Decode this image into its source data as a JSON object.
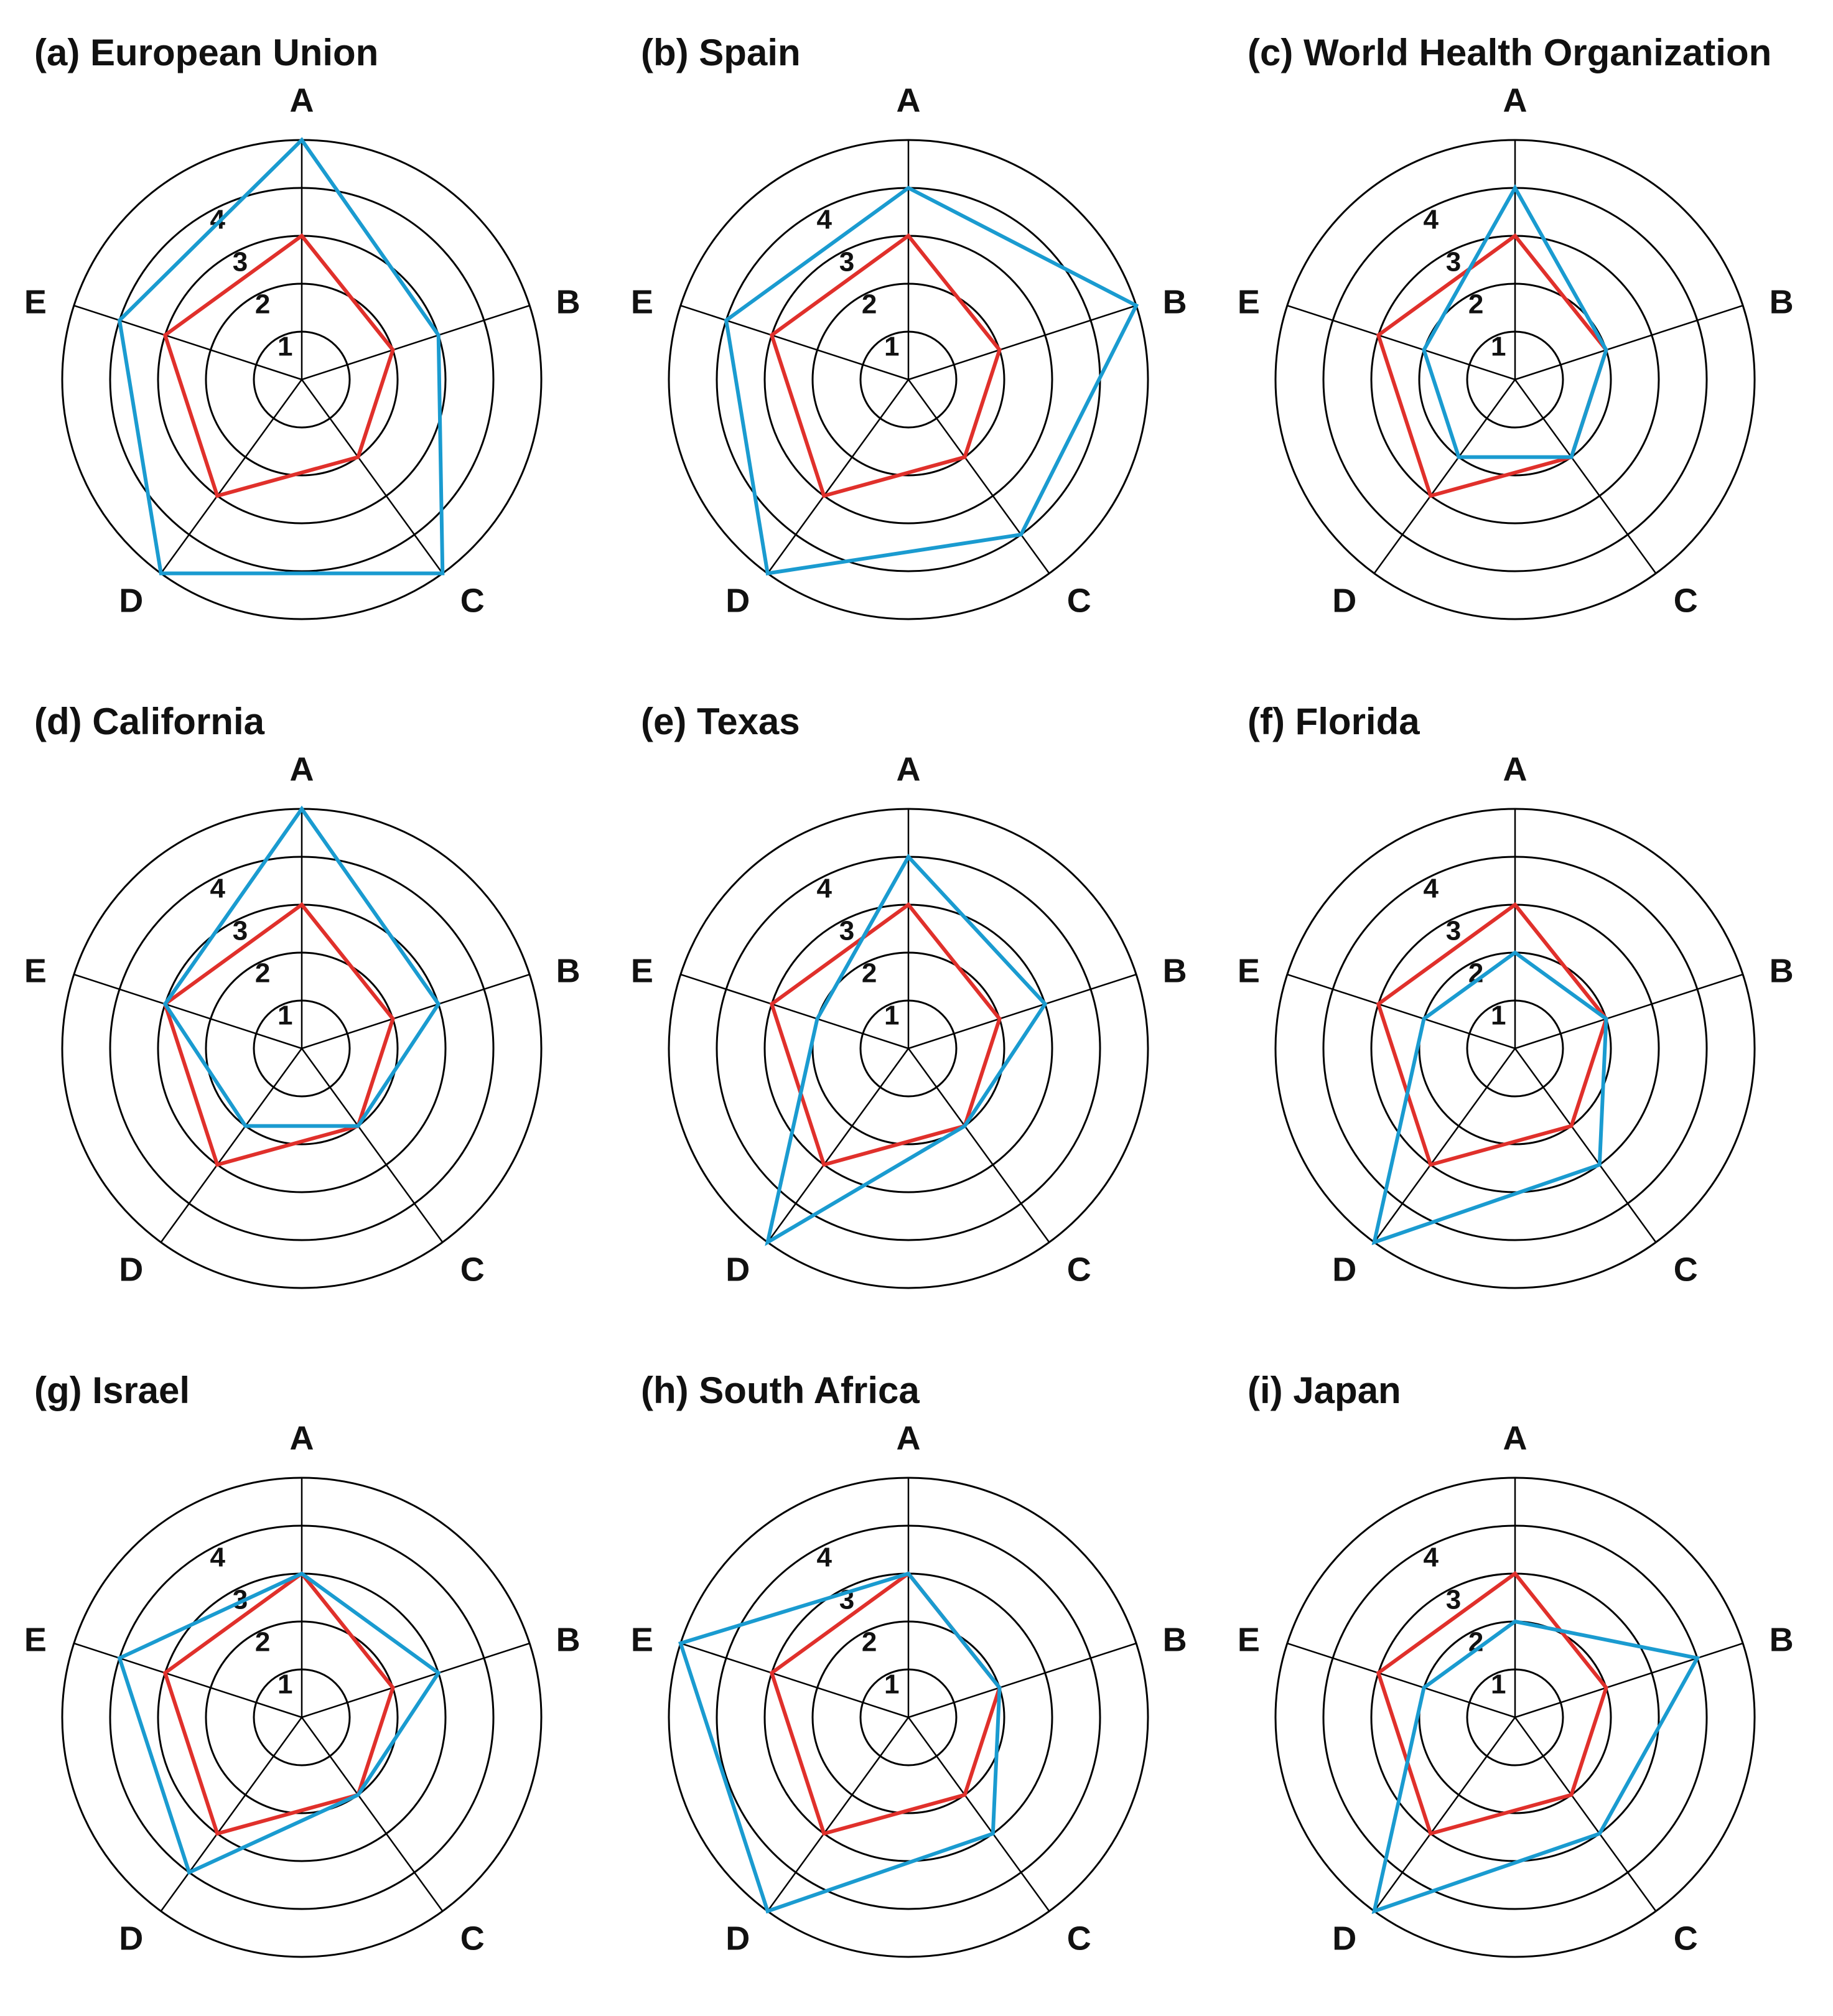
{
  "colors": {
    "series_1": "#e0302b",
    "series_2": "#1a9bd0"
  },
  "chart_data": [
    {
      "type": "radar",
      "title": "(a) European Union",
      "axes": [
        "A",
        "B",
        "C",
        "D",
        "E"
      ],
      "rings": [
        1,
        2,
        3,
        4
      ],
      "rmax": 5,
      "series": [
        {
          "values": [
            3,
            2,
            2,
            3,
            3
          ],
          "color": "#e0302b"
        },
        {
          "values": [
            5,
            3,
            5,
            5,
            4
          ],
          "color": "#1a9bd0"
        }
      ]
    },
    {
      "type": "radar",
      "title": "(b) Spain",
      "axes": [
        "A",
        "B",
        "C",
        "D",
        "E"
      ],
      "rings": [
        1,
        2,
        3,
        4
      ],
      "rmax": 5,
      "series": [
        {
          "values": [
            3,
            2,
            2,
            3,
            3
          ],
          "color": "#e0302b"
        },
        {
          "values": [
            4,
            5,
            4,
            5,
            4
          ],
          "color": "#1a9bd0"
        }
      ]
    },
    {
      "type": "radar",
      "title": "(c) World Health Organization",
      "axes": [
        "A",
        "B",
        "C",
        "D",
        "E"
      ],
      "rings": [
        1,
        2,
        3,
        4
      ],
      "rmax": 5,
      "series": [
        {
          "values": [
            3,
            2,
            2,
            3,
            3
          ],
          "color": "#e0302b"
        },
        {
          "values": [
            4,
            2,
            2,
            2,
            2
          ],
          "color": "#1a9bd0"
        }
      ]
    },
    {
      "type": "radar",
      "title": "(d) California",
      "axes": [
        "A",
        "B",
        "C",
        "D",
        "E"
      ],
      "rings": [
        1,
        2,
        3,
        4
      ],
      "rmax": 5,
      "series": [
        {
          "values": [
            3,
            2,
            2,
            3,
            3
          ],
          "color": "#e0302b"
        },
        {
          "values": [
            5,
            3,
            2,
            2,
            3
          ],
          "color": "#1a9bd0"
        }
      ]
    },
    {
      "type": "radar",
      "title": "(e) Texas",
      "axes": [
        "A",
        "B",
        "C",
        "D",
        "E"
      ],
      "rings": [
        1,
        2,
        3,
        4
      ],
      "rmax": 5,
      "series": [
        {
          "values": [
            3,
            2,
            2,
            3,
            3
          ],
          "color": "#e0302b"
        },
        {
          "values": [
            4,
            3,
            2,
            5,
            2
          ],
          "color": "#1a9bd0"
        }
      ]
    },
    {
      "type": "radar",
      "title": "(f) Florida",
      "axes": [
        "A",
        "B",
        "C",
        "D",
        "E"
      ],
      "rings": [
        1,
        2,
        3,
        4
      ],
      "rmax": 5,
      "series": [
        {
          "values": [
            3,
            2,
            2,
            3,
            3
          ],
          "color": "#e0302b"
        },
        {
          "values": [
            2,
            2,
            3,
            5,
            2
          ],
          "color": "#1a9bd0"
        }
      ]
    },
    {
      "type": "radar",
      "title": "(g) Israel",
      "axes": [
        "A",
        "B",
        "C",
        "D",
        "E"
      ],
      "rings": [
        1,
        2,
        3,
        4
      ],
      "rmax": 5,
      "series": [
        {
          "values": [
            3,
            2,
            2,
            3,
            3
          ],
          "color": "#e0302b"
        },
        {
          "values": [
            3,
            3,
            2,
            4,
            4
          ],
          "color": "#1a9bd0"
        }
      ]
    },
    {
      "type": "radar",
      "title": "(h) South Africa",
      "axes": [
        "A",
        "B",
        "C",
        "D",
        "E"
      ],
      "rings": [
        1,
        2,
        3,
        4
      ],
      "rmax": 5,
      "series": [
        {
          "values": [
            3,
            2,
            2,
            3,
            3
          ],
          "color": "#e0302b"
        },
        {
          "values": [
            3,
            2,
            3,
            5,
            5
          ],
          "color": "#1a9bd0"
        }
      ]
    },
    {
      "type": "radar",
      "title": "(i) Japan",
      "axes": [
        "A",
        "B",
        "C",
        "D",
        "E"
      ],
      "rings": [
        1,
        2,
        3,
        4
      ],
      "rmax": 5,
      "series": [
        {
          "values": [
            3,
            2,
            2,
            3,
            3
          ],
          "color": "#e0302b"
        },
        {
          "values": [
            2,
            4,
            3,
            5,
            2
          ],
          "color": "#1a9bd0"
        }
      ]
    }
  ]
}
